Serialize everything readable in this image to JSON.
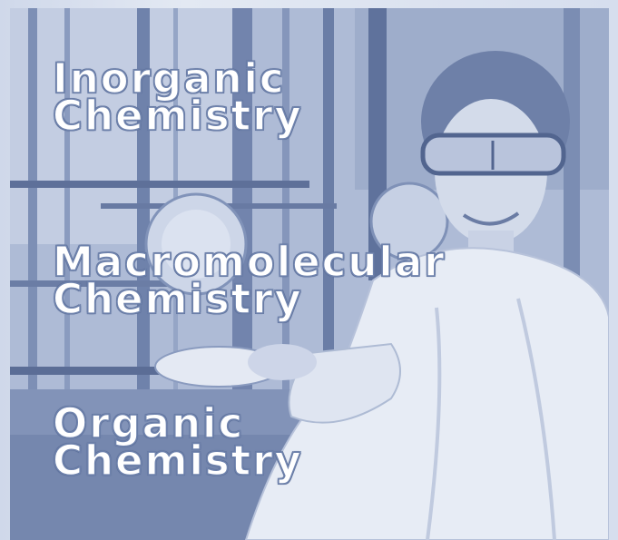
{
  "labels": [
    {
      "line1": "Inorganic",
      "line2": "Chemistry"
    },
    {
      "line1": "Macromolecular",
      "line2": "Chemistry"
    },
    {
      "line1": "Organic",
      "line2": "Chemistry"
    }
  ],
  "colors": {
    "tint": "#a9b7d2",
    "text": "#ffffff",
    "outline": "#6f83ad"
  }
}
